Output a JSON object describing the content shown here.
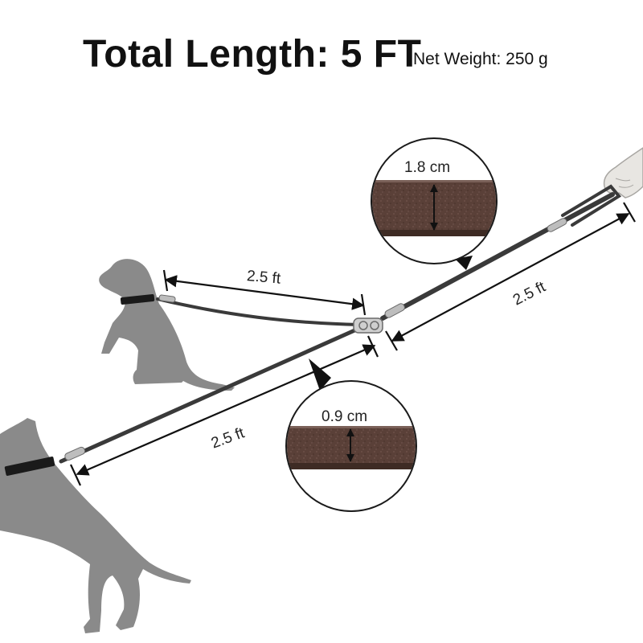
{
  "header": {
    "title": "Total Length: 5 FT",
    "net_weight": "Net Weight: 250 g"
  },
  "dimensions": {
    "upper_branch_length": "2.5 ft",
    "lower_branch_length": "2.5 ft",
    "main_handle_length": "2.5 ft",
    "main_strap_width": "1.8 cm",
    "branch_strap_width": "0.9 cm"
  },
  "colors": {
    "dog_silhouette": "#8a8a8a",
    "leash_cord": "#3a3a3a",
    "leather": "#5a4038",
    "arrow": "#111111"
  }
}
